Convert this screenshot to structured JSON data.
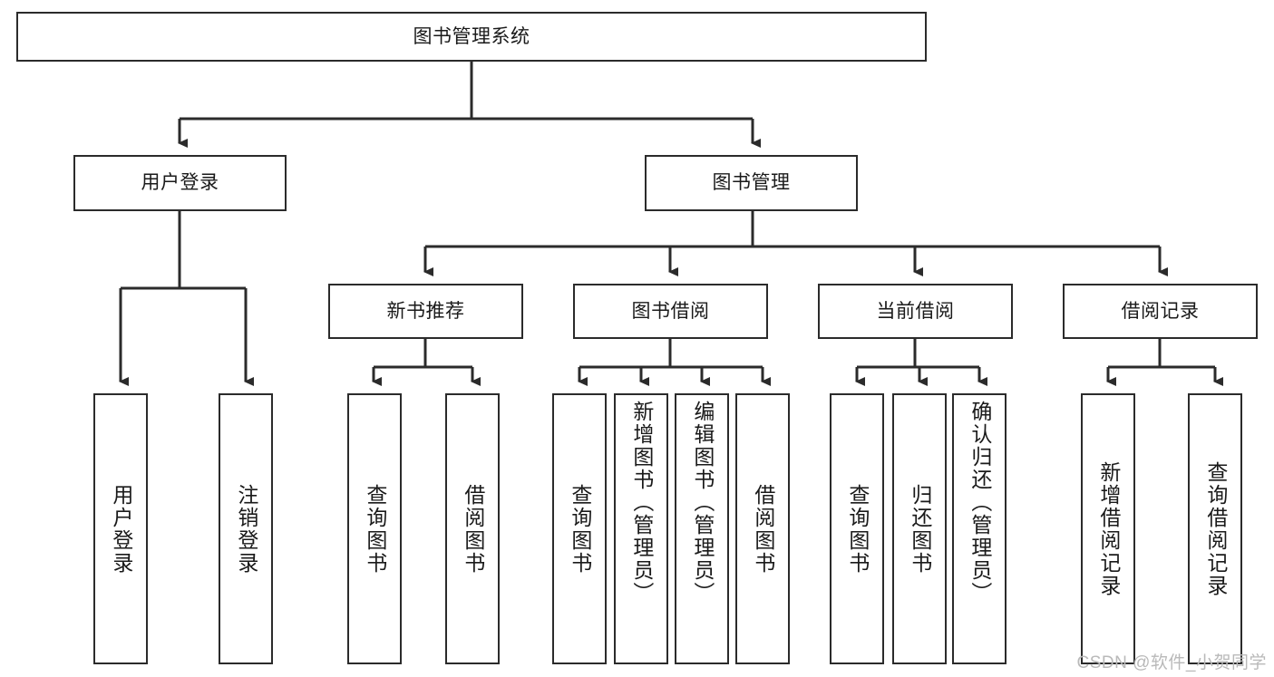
{
  "diagram": {
    "type": "tree-hierarchy-chart",
    "title": "图书管理系统",
    "line_color": "#2b2b2b",
    "box_fill": "#ffffff",
    "text_color": "#1a1a1a",
    "nodes": {
      "root": {
        "label": "图书管理系统"
      },
      "level2": [
        {
          "label": "用户登录"
        },
        {
          "label": "图书管理"
        }
      ],
      "level3": [
        {
          "label": "新书推荐"
        },
        {
          "label": "图书借阅"
        },
        {
          "label": "当前借阅"
        },
        {
          "label": "借阅记录"
        }
      ],
      "leaves": {
        "user_login": [
          {
            "label": "用户登录"
          },
          {
            "label": "注销登录"
          }
        ],
        "new_book_recommend": [
          {
            "label": "查询图书"
          },
          {
            "label": "借阅图书"
          }
        ],
        "book_borrow": [
          {
            "label": "查询图书"
          },
          {
            "label": "新增图书（管理员）"
          },
          {
            "label": "编辑图书（管理员）"
          },
          {
            "label": "借阅图书"
          }
        ],
        "current_borrow": [
          {
            "label": "查询图书"
          },
          {
            "label": "归还图书"
          },
          {
            "label": "确认归还（管理员）"
          }
        ],
        "borrow_record": [
          {
            "label": "新增借阅记录"
          },
          {
            "label": "查询借阅记录"
          }
        ]
      }
    }
  },
  "watermark": {
    "text": "CSDN @软件_小贺同学"
  }
}
